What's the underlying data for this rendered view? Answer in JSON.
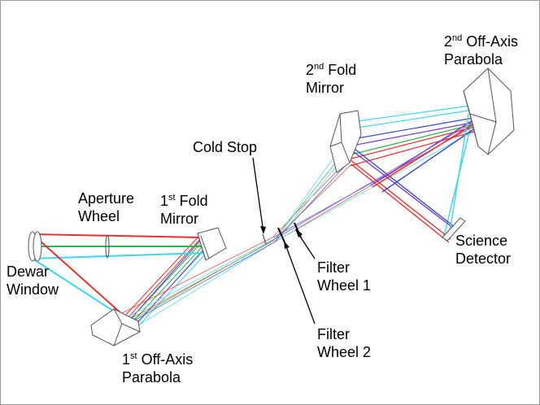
{
  "labels": {
    "fold2": {
      "line1_pre": "2",
      "line1_sup": "nd",
      "line1_post": " Fold",
      "line2": "Mirror"
    },
    "oap2": {
      "line1_pre": "2",
      "line1_sup": "nd",
      "line1_post": " Off-Axis",
      "line2": "Parabola"
    },
    "cold_stop": "Cold Stop",
    "aperture": {
      "line1": "Aperture",
      "line2": "Wheel"
    },
    "fold1": {
      "line1_pre": "1",
      "line1_sup": "st",
      "line1_post": " Fold",
      "line2": "Mirror"
    },
    "dewar": {
      "line1": "Dewar",
      "line2": "Window"
    },
    "science": {
      "line1": "Science",
      "line2": "Detector"
    },
    "filter1": {
      "line1": "Filter",
      "line2": "Wheel 1"
    },
    "filter2": {
      "line1": "Filter",
      "line2": "Wheel 2"
    },
    "oap1": {
      "line1_pre": "1",
      "line1_sup": "st",
      "line1_post": " Off-Axis",
      "line2": "Parabola"
    }
  },
  "colors": {
    "beam_red": "#e8322f",
    "beam_green": "#2fb34a",
    "beam_cyan": "#3fd6ea",
    "beam_blue": "#3548c8",
    "beam_purple": "#7a3cc8",
    "optic_outline": "#555555",
    "pointer": "#000000"
  }
}
